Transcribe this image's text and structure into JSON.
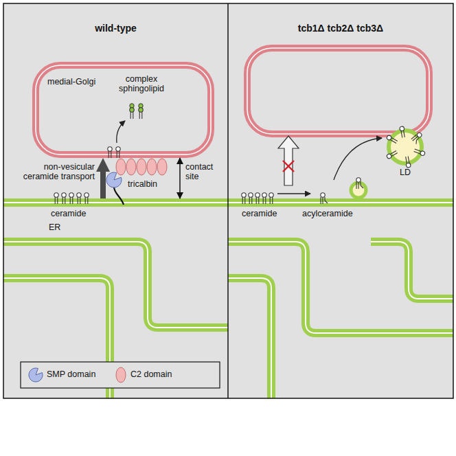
{
  "diagram": {
    "nodes": [
      {
        "text": [
          "wild-type"
        ]
      },
      {
        "text": [
          "medial-Golgi"
        ],
        "in": 0
      },
      {
        "text": [
          "ER"
        ],
        "in": 0
      },
      {
        "text": [
          "tcb1Δ tcb2Δ tcb3Δ"
        ]
      },
      {
        "text": [
          "LD"
        ],
        "in": 3
      }
    ],
    "edges": [
      {
        "from": 2,
        "to": 1,
        "arrow": "to"
      },
      {
        "from": 1,
        "to": 2,
        "arrow": "both",
        "label": "contact site"
      }
    ],
    "labels": [
      "complex sphingolipid",
      "non-vesicular ceramide transport",
      "tricalbin",
      "ceramide",
      "ceramide",
      "acylceramide"
    ],
    "legend": [
      {
        "text": "SMP domain"
      },
      {
        "text": "C2 domain"
      }
    ]
  }
}
